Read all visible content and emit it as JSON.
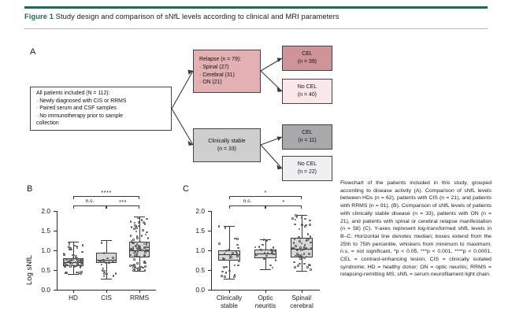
{
  "header": {
    "figure_label": "Figure 1",
    "title": "Study design and comparison of sNfL levels according to clinical and MRI parameters",
    "rule_color": "#1d6b52"
  },
  "flowchart": {
    "panel_letter": "A",
    "boxes": {
      "all_patients": {
        "lines": [
          "All patients included (N = 112):",
          "· Newly diagnosed with CIS or RRMS",
          "· Paired serum and CSF samples",
          "· No immunotherapy prior to sample",
          "   collection"
        ],
        "color": "#ffffff"
      },
      "relapse": {
        "lines": [
          "Relapse (n = 79):",
          "· Spinal (27)",
          "· Cerebral (31)",
          "· ON (21)"
        ],
        "color": "#e3b0b3"
      },
      "clinically_stable": {
        "lines": [
          "Clinically stable",
          "(n = 33)"
        ],
        "color": "#cfcfcf"
      },
      "cel_relapse": {
        "lines": [
          "CEL",
          "(n = 39)"
        ],
        "color": "#cf9398"
      },
      "no_cel_relapse": {
        "lines": [
          "No CEL",
          "(n = 40)"
        ],
        "color": "#fae7e9"
      },
      "cel_stable": {
        "lines": [
          "CEL",
          "(n = 11)"
        ],
        "color": "#a9a9ab"
      },
      "no_cel_stable": {
        "lines": [
          "No CEL",
          "(n = 22)"
        ],
        "color": "#f0f0f2"
      }
    }
  },
  "chart_data": [
    {
      "type": "box",
      "panel": "B",
      "title": "",
      "xlabel": "",
      "ylabel": "Log sNfL",
      "ylim": [
        0.0,
        2.0
      ],
      "yticks": [
        0.0,
        0.5,
        1.0,
        1.5,
        2.0
      ],
      "ytick_labels": [
        "0.0",
        "0.5",
        "1.0",
        "1.5",
        "2.0"
      ],
      "grid": false,
      "categories": [
        "HD",
        "CIS",
        "RRMS"
      ],
      "boxes": [
        {
          "name": "HD",
          "n": 62,
          "min": 0.4,
          "q1": 0.61,
          "median": 0.71,
          "q3": 0.8,
          "max": 1.22
        },
        {
          "name": "CIS",
          "n": 21,
          "min": 0.28,
          "q1": 0.69,
          "median": 0.77,
          "q3": 0.94,
          "max": 1.27
        },
        {
          "name": "RRMS",
          "n": 91,
          "min": 0.48,
          "q1": 0.82,
          "median": 1.0,
          "q3": 1.22,
          "max": 1.86
        }
      ],
      "annotations": [
        {
          "from": "HD",
          "to": "RRMS",
          "text": "****",
          "level": 2
        },
        {
          "from": "HD",
          "to": "CIS",
          "text": "n.s.",
          "level": 1
        },
        {
          "from": "CIS",
          "to": "RRMS",
          "text": "***",
          "level": 1
        }
      ]
    },
    {
      "type": "box",
      "panel": "C",
      "title": "",
      "xlabel": "",
      "ylabel": "",
      "ylim": [
        0.0,
        2.0
      ],
      "yticks": [
        0.0,
        0.5,
        1.0,
        1.5,
        2.0
      ],
      "ytick_labels": [
        "0.0",
        "0.5",
        "1.0",
        "1.5",
        "2.0"
      ],
      "grid": false,
      "categories": [
        "Clinically\nstable",
        "Optic\nneuritis",
        "Spinal/\ncerebral"
      ],
      "boxes": [
        {
          "name": "Clinically stable",
          "n": 33,
          "min": 0.28,
          "q1": 0.74,
          "median": 0.91,
          "q3": 1.0,
          "max": 1.63
        },
        {
          "name": "Optic neuritis",
          "n": 21,
          "min": 0.52,
          "q1": 0.8,
          "median": 0.92,
          "q3": 1.02,
          "max": 1.28
        },
        {
          "name": "Spinal/cerebral",
          "n": 58,
          "min": 0.48,
          "q1": 0.82,
          "median": 1.04,
          "q3": 1.33,
          "max": 1.9
        }
      ],
      "annotations": [
        {
          "from": "Clinically stable",
          "to": "Spinal/cerebral",
          "text": "*",
          "level": 2
        },
        {
          "from": "Clinically stable",
          "to": "Optic neuritis",
          "text": "n.s.",
          "level": 1
        },
        {
          "from": "Optic neuritis",
          "to": "Spinal/cerebral",
          "text": "*",
          "level": 1
        }
      ]
    }
  ],
  "caption": {
    "text": "Flowchart of the patients included in this study, grouped according to disease activity (A). Comparison of sNfL levels between HDs (n = 62), patients with CIS (n = 21), and patients with RRMS (n = 91). (B). Comparison of sNfL levels of patients with clinically stable disease (n = 33), patients with ON (n = 21), and patients with spinal or cerebral relapse manifestation (n = 58) (C). Y-axes represent log-transformed sNfL levels in B–C. Horizontal line denotes median; boxes extend from the 25th to 75th percentile, whiskers from minimum to maximum; n.s. = not significant, *p < 0.05, ***p < 0.001, ****p < 0.0001, CEL = contrast-enhancing lesion; CIS = clinically isolated syndrome; HD = healthy donor; ON = optic neuritis; RRMS = relapsing-remitting MS; sNfL = serum neurofilament light chain."
  }
}
